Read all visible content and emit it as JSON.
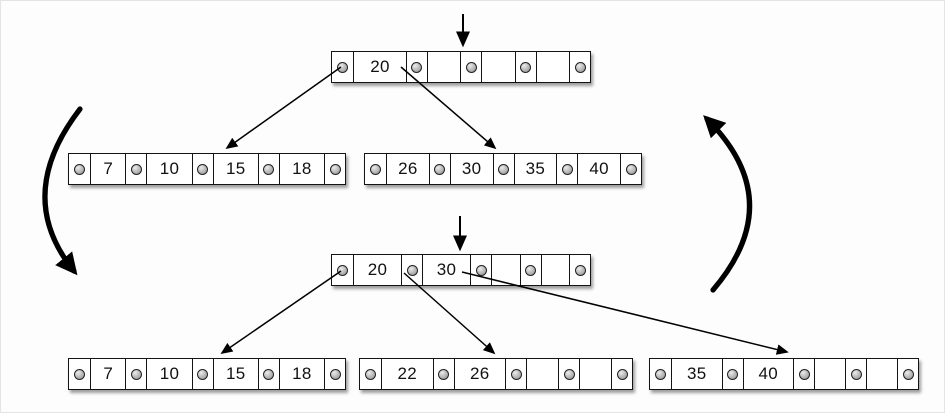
{
  "colors": {
    "background": "#fdfdfd",
    "frame_border": "#e4e4e4",
    "node_border": "#141414",
    "node_fill": "#ffffff",
    "arrow": "#000000",
    "dot_ring": "#222222",
    "dot_fill": "#b5b5b5",
    "key_text": "#111111"
  },
  "icons": {
    "pointer_dot": "filled-circle-icon",
    "insert_marker": "down-arrow-icon",
    "cycle_left": "curved-arrow-down-icon",
    "cycle_right": "curved-arrow-up-icon"
  },
  "stages": {
    "before": {
      "root": {
        "keys": [
          "20",
          "",
          "",
          ""
        ]
      },
      "children": [
        {
          "keys": [
            "7",
            "10",
            "15",
            "18"
          ]
        },
        {
          "keys": [
            "26",
            "30",
            "35",
            "40"
          ]
        }
      ]
    },
    "after": {
      "root": {
        "keys": [
          "20",
          "30",
          "",
          ""
        ]
      },
      "children": [
        {
          "keys": [
            "7",
            "10",
            "15",
            "18"
          ]
        },
        {
          "keys": [
            "22",
            "26",
            "",
            ""
          ]
        },
        {
          "keys": [
            "35",
            "40",
            "",
            ""
          ]
        }
      ]
    }
  }
}
